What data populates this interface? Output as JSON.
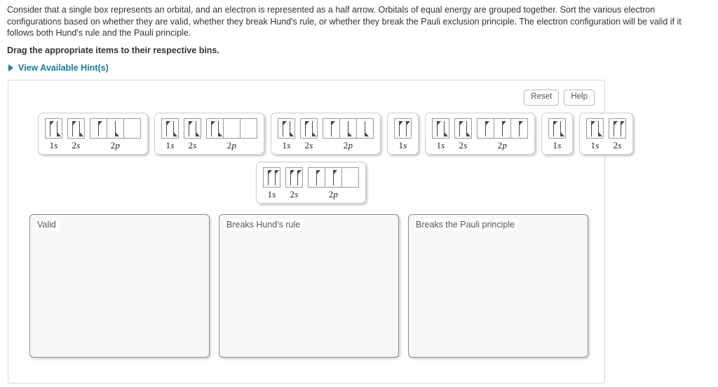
{
  "instructions": {
    "paragraph": "Consider that a single box represents an orbital, and an electron is represented as a half arrow. Orbitals of equal energy are grouped together. Sort the various electron configurations based on whether they are valid, whether they break Hund's rule, or whether they break the Pauli exclusion principle. The electron configuration will be valid if it follows both Hund's rule and the Pauli principle.",
    "drag_prompt": "Drag the appropriate items to their respective bins.",
    "hint_link": "View Available Hint(s)",
    "hint_triangle_icon": "triangle-right-icon"
  },
  "toolbar": {
    "reset_label": "Reset",
    "help_label": "Help"
  },
  "colors": {
    "link": "#0f7e9e",
    "panel_border": "#d8d8d8",
    "bin_border": "#8b8b96",
    "bin_fill": "#f7f7f7",
    "arrow": "#4a4a52",
    "orbital_border": "#9a9a9a"
  },
  "tiles": [
    {
      "id": "tile-1",
      "groups": [
        {
          "label_n": "1",
          "label_l": "s",
          "boxes": [
            [
              "up",
              "down"
            ]
          ]
        },
        {
          "label_n": "2",
          "label_l": "s",
          "boxes": [
            [
              "up",
              "down"
            ]
          ]
        },
        {
          "label_n": "2",
          "label_l": "p",
          "boxes": [
            [
              "up"
            ],
            [
              "down"
            ],
            []
          ]
        }
      ]
    },
    {
      "id": "tile-2",
      "groups": [
        {
          "label_n": "1",
          "label_l": "s",
          "boxes": [
            [
              "up",
              "down"
            ]
          ]
        },
        {
          "label_n": "2",
          "label_l": "s",
          "boxes": [
            [
              "up",
              "down"
            ]
          ]
        },
        {
          "label_n": "2",
          "label_l": "p",
          "boxes": [
            [
              "up",
              "down"
            ],
            [],
            []
          ]
        }
      ]
    },
    {
      "id": "tile-3",
      "groups": [
        {
          "label_n": "1",
          "label_l": "s",
          "boxes": [
            [
              "up",
              "down"
            ]
          ]
        },
        {
          "label_n": "2",
          "label_l": "s",
          "boxes": [
            [
              "up",
              "down"
            ]
          ]
        },
        {
          "label_n": "2",
          "label_l": "p",
          "boxes": [
            [
              "up"
            ],
            [
              "down"
            ],
            [
              "down"
            ]
          ]
        }
      ]
    },
    {
      "id": "tile-4",
      "groups": [
        {
          "label_n": "1",
          "label_l": "s",
          "boxes": [
            [
              "up",
              "up"
            ]
          ]
        }
      ]
    },
    {
      "id": "tile-5",
      "groups": [
        {
          "label_n": "1",
          "label_l": "s",
          "boxes": [
            [
              "up",
              "down"
            ]
          ]
        },
        {
          "label_n": "2",
          "label_l": "s",
          "boxes": [
            [
              "up",
              "down"
            ]
          ]
        },
        {
          "label_n": "2",
          "label_l": "p",
          "boxes": [
            [
              "up"
            ],
            [
              "up"
            ],
            [
              "up"
            ]
          ]
        }
      ]
    },
    {
      "id": "tile-6",
      "groups": [
        {
          "label_n": "1",
          "label_l": "s",
          "boxes": [
            [
              "up",
              "down"
            ]
          ]
        }
      ]
    },
    {
      "id": "tile-7",
      "groups": [
        {
          "label_n": "1",
          "label_l": "s",
          "boxes": [
            [
              "up",
              "down"
            ]
          ]
        },
        {
          "label_n": "2",
          "label_l": "s",
          "boxes": [
            [
              "up",
              "up"
            ]
          ]
        }
      ]
    },
    {
      "id": "tile-8",
      "groups": [
        {
          "label_n": "1",
          "label_l": "s",
          "boxes": [
            [
              "up",
              "up"
            ]
          ]
        },
        {
          "label_n": "2",
          "label_l": "s",
          "boxes": [
            [
              "up",
              "up"
            ]
          ]
        },
        {
          "label_n": "2",
          "label_l": "p",
          "boxes": [
            [
              "up"
            ],
            [
              "up"
            ],
            []
          ]
        }
      ]
    }
  ],
  "bins": [
    {
      "label": "Valid"
    },
    {
      "label": "Breaks Hund's rule"
    },
    {
      "label": "Breaks the Pauli principle"
    }
  ]
}
